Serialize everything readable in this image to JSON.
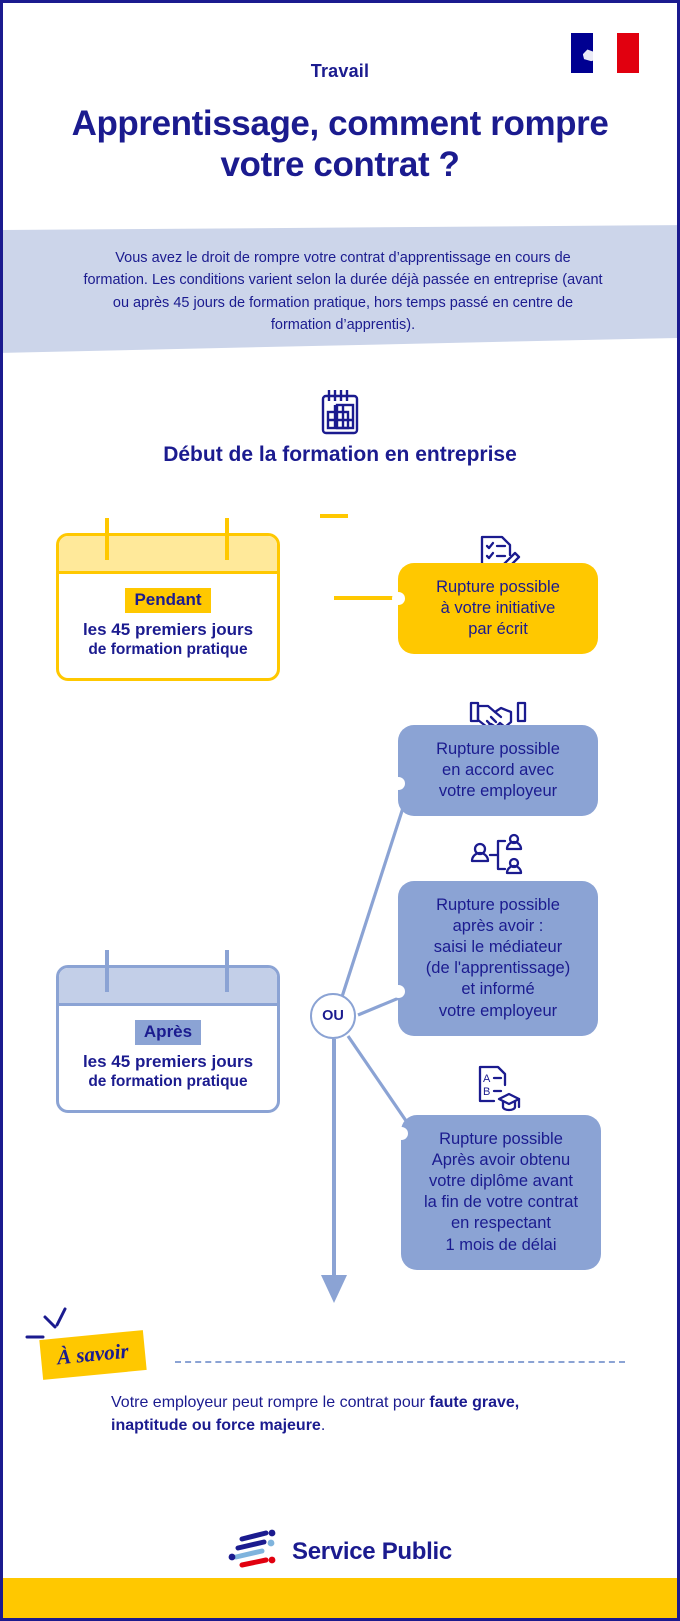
{
  "header": {
    "kicker": "Travail",
    "title": "Apprentissage, comment rompre votre contrat ?",
    "flag_icon": "french-republic-flag-icon"
  },
  "intro": {
    "text": "Vous avez le droit de rompre votre contrat d’apprentissage en cours de formation. Les conditions varient selon la durée déjà passée en entreprise (avant ou après 45 jours de formation pratique, hors temps passé en centre de formation d’apprentis)."
  },
  "section": {
    "icon": "calendar-icon",
    "heading": "Début de la formation en entreprise"
  },
  "timeline": {
    "or_label": "OU",
    "cards": [
      {
        "id": "pendant",
        "icon": "calendar-card-icon",
        "pill": "Pendant",
        "line1": "les 45 premiers jours",
        "line2": "de formation pratique",
        "accent": "#ffc800"
      },
      {
        "id": "apres",
        "icon": "calendar-card-icon",
        "pill": "Après",
        "line1": "les 45 premiers jours",
        "line2": "de formation pratique",
        "accent": "#8ba3d4"
      }
    ],
    "options": [
      {
        "id": "initiative-ecrit",
        "icon": "checklist-pen-icon",
        "color": "#ffc800",
        "lines": [
          "Rupture possible",
          "à votre initiative",
          "par écrit"
        ]
      },
      {
        "id": "accord-employeur",
        "icon": "handshake-icon",
        "color": "#8ba3d4",
        "lines": [
          "Rupture possible",
          "en accord avec",
          "votre employeur"
        ]
      },
      {
        "id": "mediateur",
        "icon": "mediator-people-icon",
        "color": "#8ba3d4",
        "lines": [
          "Rupture possible",
          "après avoir :",
          "saisi le médiateur",
          "(de l'apprentissage)",
          "et informé",
          "votre employeur"
        ]
      },
      {
        "id": "diplome",
        "icon": "diploma-document-icon",
        "color": "#8ba3d4",
        "lines": [
          "Rupture possible",
          "Après avoir obtenu",
          "votre diplôme avant",
          "la fin de votre contrat",
          "en respectant",
          "1 mois de délai"
        ]
      }
    ]
  },
  "note": {
    "badge": "À savoir",
    "text_plain": "Votre employeur peut rompre le contrat pour ",
    "text_bold": "faute grave, inaptitude ou force majeure",
    "text_end": "."
  },
  "footer": {
    "logo_icon": "service-public-logo-icon",
    "brand": "Service Public",
    "bar_color": "#ffc800"
  },
  "colors": {
    "ink": "#1b1b8f",
    "yellow": "#ffc800",
    "yellow_light": "#ffe99a",
    "blue": "#8ba3d4",
    "blue_light": "#c3cfe8",
    "band": "#ccd5ea"
  }
}
